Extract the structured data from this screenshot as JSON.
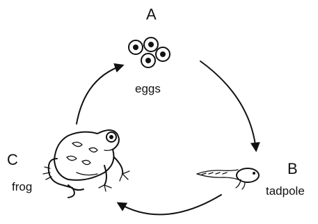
{
  "stages": {
    "a": {
      "letter": "A",
      "label": "eggs"
    },
    "b": {
      "letter": "B",
      "label": "tadpole"
    },
    "c": {
      "letter": "C",
      "label": "frog"
    }
  },
  "colors": {
    "ink": "#111111",
    "background": "#ffffff"
  },
  "icons": [
    "eggs-icon",
    "tadpole-icon",
    "frog-icon"
  ]
}
